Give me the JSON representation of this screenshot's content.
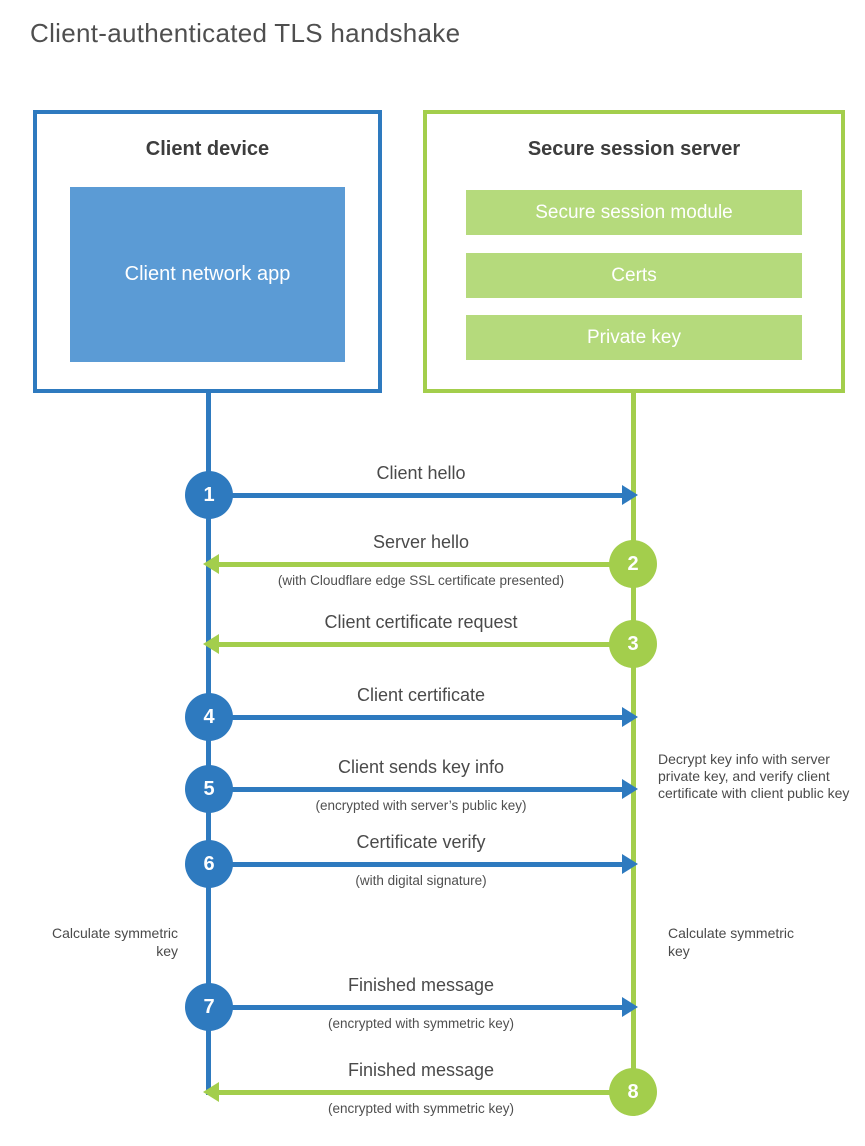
{
  "title": "Client-authenticated TLS handshake",
  "colors": {
    "client_accent": "#2e7abf",
    "client_fill": "#5b9bd5",
    "server_accent": "#a3ce4c",
    "server_fill": "#b5da7c",
    "text_dark": "#3d3d3d",
    "text_gray": "#4a4a4a"
  },
  "client": {
    "title": "Client device",
    "app_label": "Client network app"
  },
  "server": {
    "title": "Secure session server",
    "modules": [
      "Secure session module",
      "Certs",
      "Private key"
    ]
  },
  "steps": [
    {
      "number": 1,
      "from": "client",
      "to": "server",
      "label": "Client hello"
    },
    {
      "number": 2,
      "from": "server",
      "to": "client",
      "label": "Server hello",
      "sublabel": "(with Cloudflare edge SSL certificate presented)"
    },
    {
      "number": 3,
      "from": "server",
      "to": "client",
      "label": "Client certificate request"
    },
    {
      "number": 4,
      "from": "client",
      "to": "server",
      "label": "Client certificate"
    },
    {
      "number": 5,
      "from": "client",
      "to": "server",
      "label": "Client sends key info",
      "sublabel": "(encrypted with server’s public key)"
    },
    {
      "number": 6,
      "from": "client",
      "to": "server",
      "label": "Certificate verify",
      "sublabel": "(with digital signature)"
    },
    {
      "number": 7,
      "from": "client",
      "to": "server",
      "label": "Finished message",
      "sublabel": "(encrypted with symmetric key)"
    },
    {
      "number": 8,
      "from": "server",
      "to": "client",
      "label": "Finished message",
      "sublabel": "(encrypted with symmetric key)"
    }
  ],
  "annotations": {
    "decrypt_note": "Decrypt key info with server private key, and verify client certificate with client public key",
    "calculate_left": "Calculate symmetric key",
    "calculate_right": "Calculate symmetric key"
  }
}
